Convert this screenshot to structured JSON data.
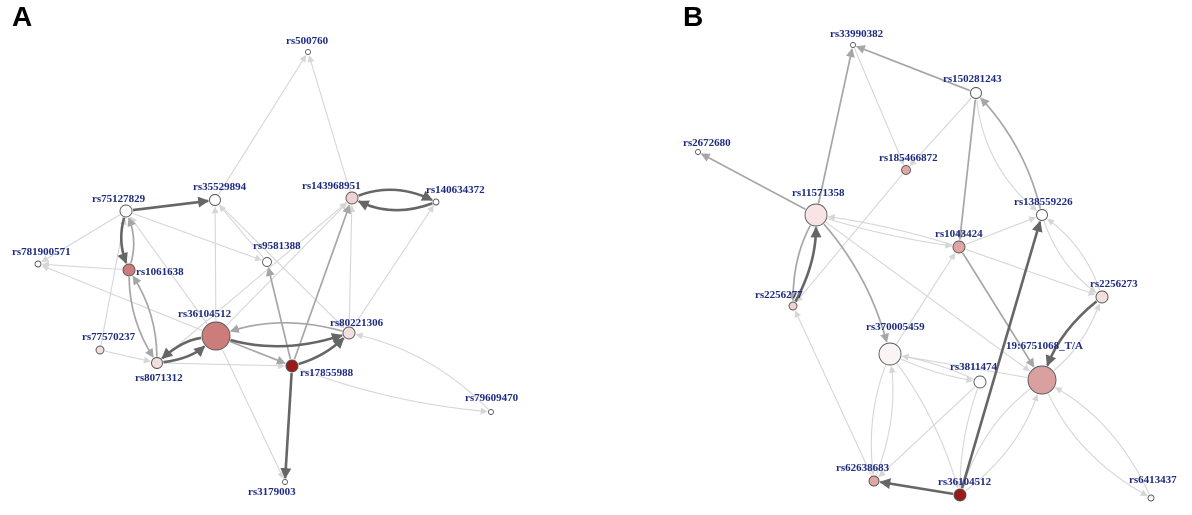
{
  "panels": [
    {
      "letter": "A",
      "nodes": [
        {
          "id": "rs500760",
          "label": "rs500760",
          "fill": "#ffffff"
        },
        {
          "id": "rs75127829",
          "label": "rs75127829",
          "fill": "#ffffff"
        },
        {
          "id": "rs35529894",
          "label": "rs35529894",
          "fill": "#ffffff"
        },
        {
          "id": "rs143968951",
          "label": "rs143968951",
          "fill": "#f0d2d2"
        },
        {
          "id": "rs140634372",
          "label": "rs140634372",
          "fill": "#ffffff"
        },
        {
          "id": "rs7819005711",
          "label": "rs781900571",
          "fill": "#ffffff"
        },
        {
          "id": "rs1061638",
          "label": "rs1061638",
          "fill": "#cd7c7c"
        },
        {
          "id": "rs9581388",
          "label": "rs9581388",
          "fill": "#ffffff"
        },
        {
          "id": "rs36104512",
          "label": "rs36104512",
          "fill": "#cd7c7c"
        },
        {
          "id": "rs80221306",
          "label": "rs80221306",
          "fill": "#f3dede"
        },
        {
          "id": "rs77570237",
          "label": "rs77570237",
          "fill": "#f3dede"
        },
        {
          "id": "rs8071312",
          "label": "rs8071312",
          "fill": "#f3dede"
        },
        {
          "id": "rs17855988",
          "label": "rs17855988",
          "fill": "#9a1b1b"
        },
        {
          "id": "rs79609470",
          "label": "rs79609470",
          "fill": "#ffffff"
        },
        {
          "id": "rs3179003",
          "label": "rs3179003",
          "fill": "#ffffff"
        }
      ],
      "edges": [
        {
          "from": "rs35529894",
          "to": "rs500760",
          "w": 1
        },
        {
          "from": "rs143968951",
          "to": "rs500760",
          "w": 1
        },
        {
          "from": "rs75127829",
          "to": "rs35529894",
          "w": 3
        },
        {
          "from": "rs143968951",
          "to": "rs140634372",
          "w": 3
        },
        {
          "from": "rs140634372",
          "to": "rs143968951",
          "w": 3
        },
        {
          "from": "rs75127829",
          "to": "rs1061638",
          "w": 3
        },
        {
          "from": "rs1061638",
          "to": "rs75127829",
          "w": 2
        },
        {
          "from": "rs1061638",
          "to": "rs7819005711",
          "w": 1
        },
        {
          "from": "rs75127829",
          "to": "rs7819005711",
          "w": 1
        },
        {
          "from": "rs36104512",
          "to": "rs7819005711",
          "w": 1
        },
        {
          "from": "rs36104512",
          "to": "rs35529894",
          "w": 1
        },
        {
          "from": "rs36104512",
          "to": "rs75127829",
          "w": 1
        },
        {
          "from": "rs36104512",
          "to": "rs143968951",
          "w": 1
        },
        {
          "from": "rs35529894",
          "to": "rs80221306",
          "w": 1
        },
        {
          "from": "rs75127829",
          "to": "rs9581388",
          "w": 1
        },
        {
          "from": "rs9581388",
          "to": "rs35529894",
          "w": 1
        },
        {
          "from": "rs17855988",
          "to": "rs9581388",
          "w": 2
        },
        {
          "from": "rs8071312",
          "to": "rs1061638",
          "w": 2
        },
        {
          "from": "rs1061638",
          "to": "rs8071312",
          "w": 2
        },
        {
          "from": "rs8071312",
          "to": "rs36104512",
          "w": 3
        },
        {
          "from": "rs36104512",
          "to": "rs8071312",
          "w": 3
        },
        {
          "from": "rs36104512",
          "to": "rs17855988",
          "w": 2
        },
        {
          "from": "rs36104512",
          "to": "rs80221306",
          "w": 3
        },
        {
          "from": "rs17855988",
          "to": "rs80221306",
          "w": 3
        },
        {
          "from": "rs80221306",
          "to": "rs36104512",
          "w": 2
        },
        {
          "from": "rs17855988",
          "to": "rs3179003",
          "w": 3
        },
        {
          "from": "rs36104512",
          "to": "rs3179003",
          "w": 1
        },
        {
          "from": "rs17855988",
          "to": "rs143968951",
          "w": 2
        },
        {
          "from": "rs80221306",
          "to": "rs140634372",
          "w": 1
        },
        {
          "from": "rs80221306",
          "to": "rs143968951",
          "w": 1
        },
        {
          "from": "rs79609470",
          "to": "rs80221306",
          "w": 1
        },
        {
          "from": "rs17855988",
          "to": "rs79609470",
          "w": 1
        },
        {
          "from": "rs77570237",
          "to": "rs8071312",
          "w": 1
        },
        {
          "from": "rs8071312",
          "to": "rs17855988",
          "w": 1
        },
        {
          "from": "rs77570237",
          "to": "rs75127829",
          "w": 1
        },
        {
          "from": "rs8071312",
          "to": "rs143968951",
          "w": 1
        }
      ]
    },
    {
      "letter": "B",
      "nodes": [
        {
          "id": "rs33990382",
          "label": "rs33990382",
          "fill": "#ffffff"
        },
        {
          "id": "rs150281243",
          "label": "rs150281243",
          "fill": "#ffffff"
        },
        {
          "id": "rs2672680",
          "label": "rs2672680",
          "fill": "#ffffff"
        },
        {
          "id": "rs185466872",
          "label": "rs185466872",
          "fill": "#e0a5a5"
        },
        {
          "id": "rs11571358",
          "label": "rs11571358",
          "fill": "#f8e4e4"
        },
        {
          "id": "rs138559226",
          "label": "rs138559226",
          "fill": "#ffffff"
        },
        {
          "id": "rs1043424",
          "label": "rs1043424",
          "fill": "#e0a5a5"
        },
        {
          "id": "rs2256277",
          "label": "rs2256277",
          "fill": "#f0d2d2"
        },
        {
          "id": "rs2256273",
          "label": "rs2256273",
          "fill": "#f3dede"
        },
        {
          "id": "rs370005459",
          "label": "rs370005459",
          "fill": "#fbf4f4"
        },
        {
          "id": "n19",
          "label": "19:6751068_T/A",
          "fill": "#daa0a0"
        },
        {
          "id": "rs3811474",
          "label": "rs3811474",
          "fill": "#ffffff"
        },
        {
          "id": "rs62638683",
          "label": "rs62638683",
          "fill": "#e0a5a5"
        },
        {
          "id": "rs36104512b",
          "label": "rs36104512",
          "fill": "#9a1b1b"
        },
        {
          "id": "rs6413437",
          "label": "rs6413437",
          "fill": "#ffffff"
        }
      ],
      "edges": [
        {
          "from": "rs150281243",
          "to": "rs33990382",
          "w": 2
        },
        {
          "from": "rs11571358",
          "to": "rs33990382",
          "w": 2
        },
        {
          "from": "rs150281243",
          "to": "rs185466872",
          "w": 1
        },
        {
          "from": "rs33990382",
          "to": "rs185466872",
          "w": 1
        },
        {
          "from": "rs11571358",
          "to": "rs2672680",
          "w": 2
        },
        {
          "from": "rs150281243",
          "to": "rs1043424",
          "w": 2
        },
        {
          "from": "rs150281243",
          "to": "rs138559226",
          "w": 1
        },
        {
          "from": "rs138559226",
          "to": "rs150281243",
          "w": 2
        },
        {
          "from": "rs185466872",
          "to": "rs2256277",
          "w": 1
        },
        {
          "from": "rs11571358",
          "to": "rs2256277",
          "w": 2
        },
        {
          "from": "rs2256277",
          "to": "rs11571358",
          "w": 3
        },
        {
          "from": "rs11571358",
          "to": "rs1043424",
          "w": 1
        },
        {
          "from": "rs1043424",
          "to": "rs11571358",
          "w": 1
        },
        {
          "from": "rs11571358",
          "to": "rs370005459",
          "w": 2
        },
        {
          "from": "rs370005459",
          "to": "rs1043424",
          "w": 1
        },
        {
          "from": "rs1043424",
          "to": "rs138559226",
          "w": 1
        },
        {
          "from": "rs1043424",
          "to": "n19",
          "w": 2
        },
        {
          "from": "rs1043424",
          "to": "rs2256273",
          "w": 1
        },
        {
          "from": "rs138559226",
          "to": "rs2256273",
          "w": 1
        },
        {
          "from": "rs2256273",
          "to": "rs138559226",
          "w": 1
        },
        {
          "from": "rs2256273",
          "to": "n19",
          "w": 3
        },
        {
          "from": "n19",
          "to": "rs2256273",
          "w": 1
        },
        {
          "from": "rs11571358",
          "to": "n19",
          "w": 1
        },
        {
          "from": "n19",
          "to": "rs370005459",
          "w": 1
        },
        {
          "from": "rs3811474",
          "to": "rs370005459",
          "w": 1
        },
        {
          "from": "rs370005459",
          "to": "rs3811474",
          "w": 1
        },
        {
          "from": "rs62638683",
          "to": "rs2256277",
          "w": 1
        },
        {
          "from": "rs370005459",
          "to": "rs62638683",
          "w": 1
        },
        {
          "from": "rs62638683",
          "to": "rs370005459",
          "w": 1
        },
        {
          "from": "rs36104512b",
          "to": "rs62638683",
          "w": 3
        },
        {
          "from": "rs36104512b",
          "to": "rs138559226",
          "w": 3
        },
        {
          "from": "rs370005459",
          "to": "rs36104512b",
          "w": 1
        },
        {
          "from": "rs3811474",
          "to": "rs62638683",
          "w": 1
        },
        {
          "from": "n19",
          "to": "rs36104512b",
          "w": 1
        },
        {
          "from": "rs36104512b",
          "to": "n19",
          "w": 1
        },
        {
          "from": "rs3811474",
          "to": "rs36104512b",
          "w": 1
        },
        {
          "from": "rs6413437",
          "to": "n19",
          "w": 1
        },
        {
          "from": "n19",
          "to": "rs6413437",
          "w": 1
        }
      ]
    }
  ]
}
